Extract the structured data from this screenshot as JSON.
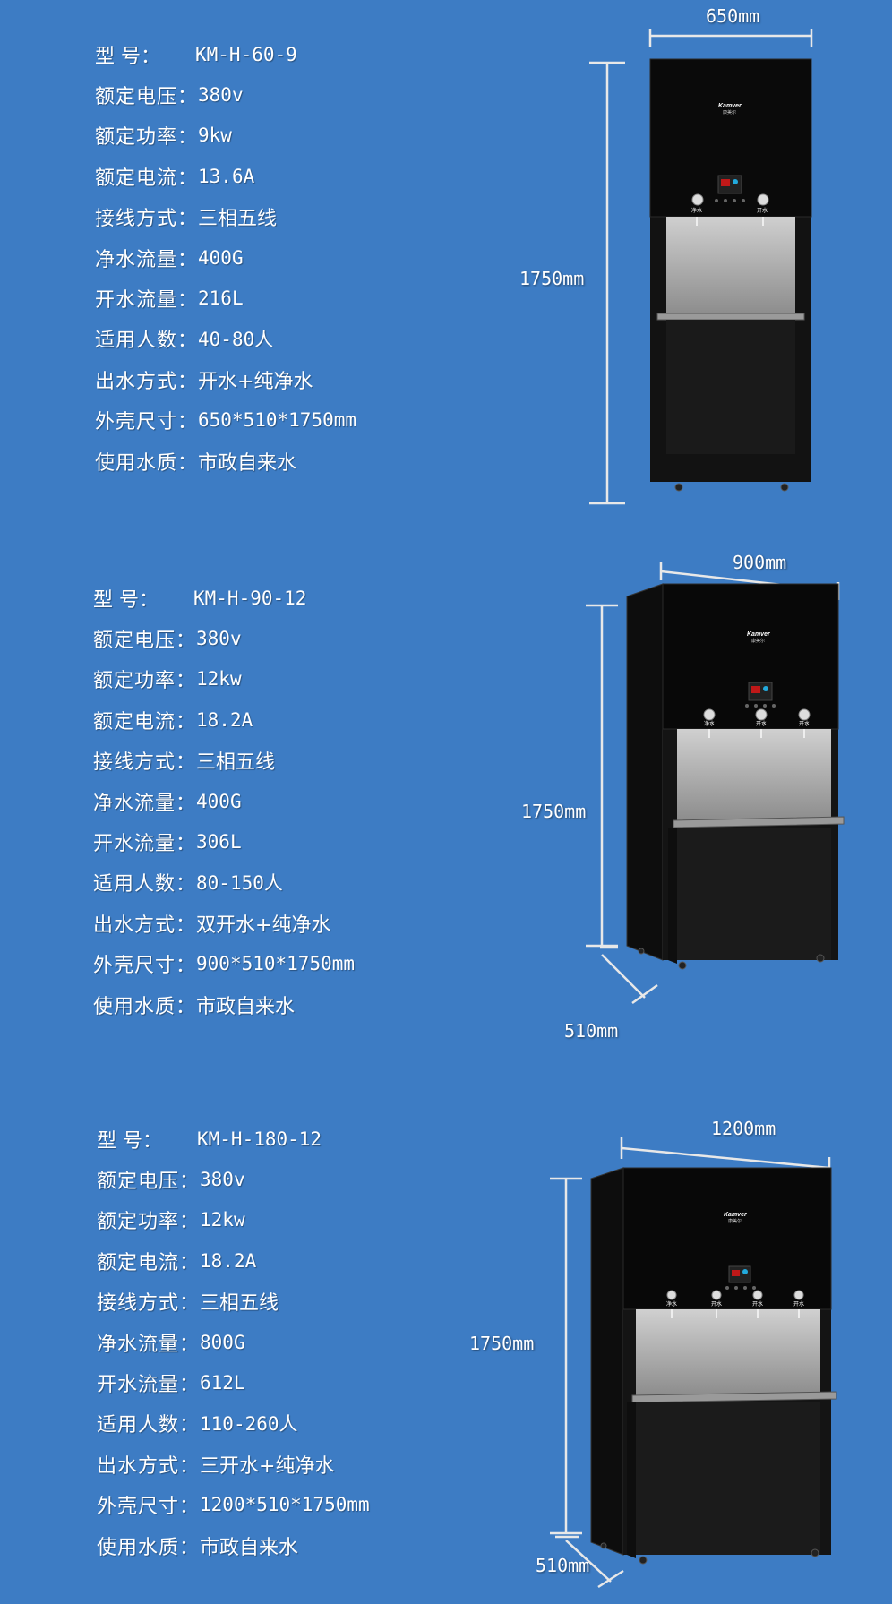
{
  "products": [
    {
      "specs": [
        {
          "label": "型 号：",
          "value": "KM-H-60-9"
        },
        {
          "label": "额定电压：",
          "value": "380v"
        },
        {
          "label": "额定功率：",
          "value": "9kw"
        },
        {
          "label": "额定电流：",
          "value": "13.6A"
        },
        {
          "label": "接线方式：",
          "value": "三相五线"
        },
        {
          "label": "净水流量：",
          "value": "400G"
        },
        {
          "label": "开水流量：",
          "value": "216L"
        },
        {
          "label": "适用人数：",
          "value": "40-80人"
        },
        {
          "label": "出水方式：",
          "value": "开水+纯净水"
        },
        {
          "label": "外壳尺寸：",
          "value": "650*510*1750mm"
        },
        {
          "label": "使用水质：",
          "value": "市政自来水"
        }
      ],
      "dims": {
        "width": "650mm",
        "height": "1750mm",
        "depth": ""
      },
      "brand": "Kamver",
      "brand_sub": "康美尔",
      "taps": [
        "净水",
        "开水"
      ]
    },
    {
      "specs": [
        {
          "label": "型 号：",
          "value": "KM-H-90-12"
        },
        {
          "label": "额定电压：",
          "value": "380v"
        },
        {
          "label": "额定功率：",
          "value": "12kw"
        },
        {
          "label": "额定电流：",
          "value": "18.2A"
        },
        {
          "label": "接线方式：",
          "value": "三相五线"
        },
        {
          "label": "净水流量：",
          "value": "400G"
        },
        {
          "label": "开水流量：",
          "value": "306L"
        },
        {
          "label": "适用人数：",
          "value": "80-150人"
        },
        {
          "label": "出水方式：",
          "value": "双开水+纯净水"
        },
        {
          "label": "外壳尺寸：",
          "value": "900*510*1750mm"
        },
        {
          "label": "使用水质：",
          "value": "市政自来水"
        }
      ],
      "dims": {
        "width": "900mm",
        "height": "1750mm",
        "depth": "510mm"
      },
      "brand": "Kamver",
      "brand_sub": "康美尔",
      "taps": [
        "净水",
        "开水",
        "开水"
      ]
    },
    {
      "specs": [
        {
          "label": "型 号：",
          "value": "KM-H-180-12"
        },
        {
          "label": "额定电压：",
          "value": "380v"
        },
        {
          "label": "额定功率：",
          "value": "12kw"
        },
        {
          "label": "额定电流：",
          "value": "18.2A"
        },
        {
          "label": "接线方式：",
          "value": "三相五线"
        },
        {
          "label": "净水流量：",
          "value": "800G"
        },
        {
          "label": "开水流量：",
          "value": "612L"
        },
        {
          "label": "适用人数：",
          "value": "110-260人"
        },
        {
          "label": "出水方式：",
          "value": "三开水+纯净水"
        },
        {
          "label": "外壳尺寸：",
          "value": "1200*510*1750mm"
        },
        {
          "label": "使用水质：",
          "value": "市政自来水"
        }
      ],
      "dims": {
        "width": "1200mm",
        "height": "1750mm",
        "depth": "510mm"
      },
      "brand": "Kamver",
      "brand_sub": "康美尔",
      "taps": [
        "净水",
        "开水",
        "开水",
        "开水"
      ]
    }
  ],
  "colors": {
    "background": "#3d7cc4",
    "cabinet": "#111111",
    "steel": "#b8b8b8",
    "dimension_line": "#e8e8e8"
  }
}
